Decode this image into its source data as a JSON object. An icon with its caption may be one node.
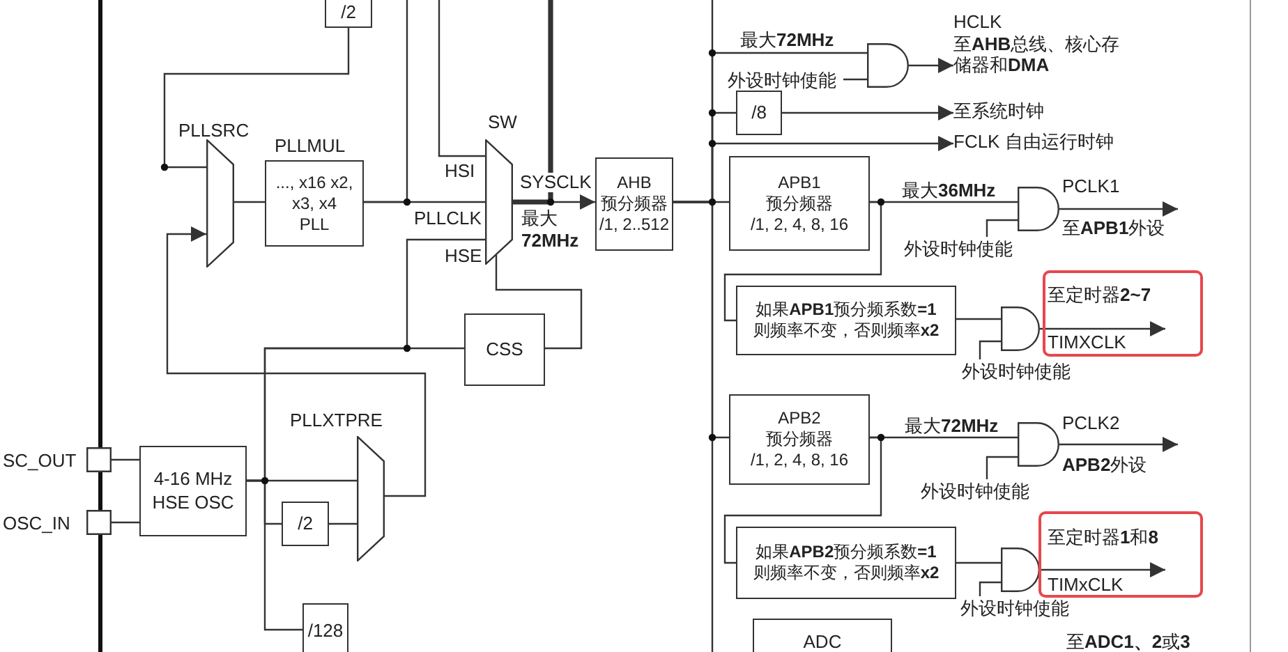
{
  "diagram": {
    "nodes": [
      {
        "text": [
          "/2"
        ]
      },
      {
        "text": [],
        "shape": "trapezoid",
        "beside": [
          "PLLSRC"
        ]
      },
      {
        "text": [
          "..., x16 x2, x3, x4",
          "PLL"
        ],
        "beside": [
          "PLLMUL"
        ]
      },
      {
        "text": [],
        "shape": "trapezoid",
        "beside": [
          "SW"
        ]
      },
      {
        "text": [
          "AHB",
          "预分频器 /1, 2..512"
        ]
      },
      {
        "text": [
          "CSS"
        ]
      },
      {
        "text": [],
        "shape": "box",
        "beside": [
          "SC_OUT"
        ]
      },
      {
        "text": [],
        "shape": "box",
        "beside": [
          "OSC_IN"
        ]
      },
      {
        "text": [
          "4-16 MHz HSE OSC"
        ]
      },
      {
        "text": [],
        "shape": "trapezoid",
        "beside": [
          "PLLXTPRE"
        ]
      },
      {
        "text": [
          "/2"
        ]
      },
      {
        "text": [
          "/128"
        ]
      },
      {
        "text": [],
        "shape": "gate"
      },
      {
        "text": [
          "/8"
        ]
      },
      {
        "text": [
          "APB1",
          "预分频器",
          "/1, 2, 4, 8, 16"
        ]
      },
      {
        "text": [],
        "shape": "gate"
      },
      {
        "text": [
          "如果**APB1**预分频系数**=1**则频率不变，否则频率**x2**"
        ]
      },
      {
        "text": [],
        "shape": "gate"
      },
      {
        "text": [
          "APB2",
          "预分频器",
          "/1, 2, 4, 8, 16"
        ]
      },
      {
        "text": [],
        "shape": "gate"
      },
      {
        "text": [
          "如果**APB2**预分频系数**=1**则频率不变，否则频率**x2**"
        ]
      },
      {
        "text": [],
        "shape": "gate"
      },
      {
        "text": [
          "ADC"
        ]
      },
      {
        "text": [
          "外设时钟使能"
        ]
      },
      {
        "text": [
          "外设时钟使能"
        ]
      },
      {
        "text": [
          "外设时钟使能"
        ]
      },
      {
        "text": [
          "外设时钟使能"
        ]
      },
      {
        "text": [
          "外设时钟使能"
        ]
      },
      {
        "text": [
          "HCLK",
          "至**AHB**总线、核心存储器和**DMA**"
        ]
      },
      {
        "text": [
          "至系统时钟"
        ]
      },
      {
        "text": [
          "FCLK 自由运行时钟"
        ]
      },
      {
        "text": [
          "PCLK1",
          "至**APB1**外设"
        ]
      },
      {
        "text": [],
        "shape": "box"
      },
      {
        "text": [
          "至定时器**2~7**",
          "TIMXCLK"
        ],
        "in": 32
      },
      {
        "text": [
          "PCLK2",
          "**APB2**外设"
        ]
      },
      {
        "text": [],
        "shape": "box"
      },
      {
        "text": [
          "至定时器**1**和**8**",
          "TIMxCLK"
        ],
        "in": 35
      }
    ],
    "edges": [
      {
        "from": 0,
        "to": 1,
        "arrow": "none"
      },
      {
        "from": 8,
        "to": 9,
        "arrow": "none"
      },
      {
        "from": 8,
        "to": 10,
        "arrow": "none"
      },
      {
        "from": 10,
        "to": 9,
        "arrow": "none"
      },
      {
        "from": 8,
        "to": 11,
        "arrow": "none"
      },
      {
        "from": 9,
        "to": 1,
        "arrow": "to"
      },
      {
        "from": 1,
        "to": 2,
        "arrow": "none"
      },
      {
        "from": 2,
        "to": 3,
        "arrow": "none",
        "label": "PLLCLK"
      },
      {
        "from": null,
        "to": 3,
        "arrow": "none",
        "label": "HSI"
      },
      {
        "from": 8,
        "to": 3,
        "arrow": "none",
        "label": "HSE"
      },
      {
        "from": 8,
        "to": 5,
        "arrow": "none"
      },
      {
        "from": 5,
        "to": 3,
        "arrow": "none"
      },
      {
        "from": 2,
        "to": null,
        "arrow": "none"
      },
      {
        "from": 3,
        "to": null,
        "arrow": "none",
        "style": "thick"
      },
      {
        "from": 3,
        "to": 4,
        "arrow": "to",
        "label": "SYSCLK"
      },
      {
        "from": 4,
        "to": 12,
        "arrow": "none",
        "label": "最大**72MHz**"
      },
      {
        "from": 12,
        "to": 28,
        "arrow": "to"
      },
      {
        "from": 4,
        "to": 13,
        "arrow": "none"
      },
      {
        "from": 13,
        "to": 29,
        "arrow": "to"
      },
      {
        "from": 4,
        "to": 30,
        "arrow": "to"
      },
      {
        "from": 4,
        "to": 14,
        "arrow": "none"
      },
      {
        "from": 14,
        "to": 15,
        "arrow": "none",
        "label": "最大**36MHz**"
      },
      {
        "from": 15,
        "to": 31,
        "arrow": "to"
      },
      {
        "from": 14,
        "to": 16,
        "arrow": "none"
      },
      {
        "from": 16,
        "to": 17,
        "arrow": "none"
      },
      {
        "from": 17,
        "to": 33,
        "arrow": "to"
      },
      {
        "from": 4,
        "to": 18,
        "arrow": "none"
      },
      {
        "from": 18,
        "to": 19,
        "arrow": "none",
        "label": "最大**72MHz**"
      },
      {
        "from": 19,
        "to": 34,
        "arrow": "to"
      },
      {
        "from": 18,
        "to": 20,
        "arrow": "none"
      },
      {
        "from": 20,
        "to": 21,
        "arrow": "none"
      },
      {
        "from": 21,
        "to": 36,
        "arrow": "to"
      },
      {
        "from": 4,
        "to": null,
        "arrow": "none"
      },
      {
        "from": 4,
        "to": null,
        "arrow": "none"
      },
      {
        "from": 23,
        "to": 12,
        "arrow": "none"
      },
      {
        "from": 24,
        "to": 15,
        "arrow": "none"
      },
      {
        "from": 25,
        "to": 17,
        "arrow": "none"
      },
      {
        "from": 26,
        "to": 19,
        "arrow": "none"
      },
      {
        "from": 27,
        "to": 21,
        "arrow": "none"
      },
      {
        "from": 6,
        "to": 8,
        "arrow": "none"
      },
      {
        "from": 7,
        "to": 8,
        "arrow": "none"
      }
    ],
    "labels": [
      "最大**72MHz**",
      "至**ADC1、2**或**3**"
    ]
  }
}
